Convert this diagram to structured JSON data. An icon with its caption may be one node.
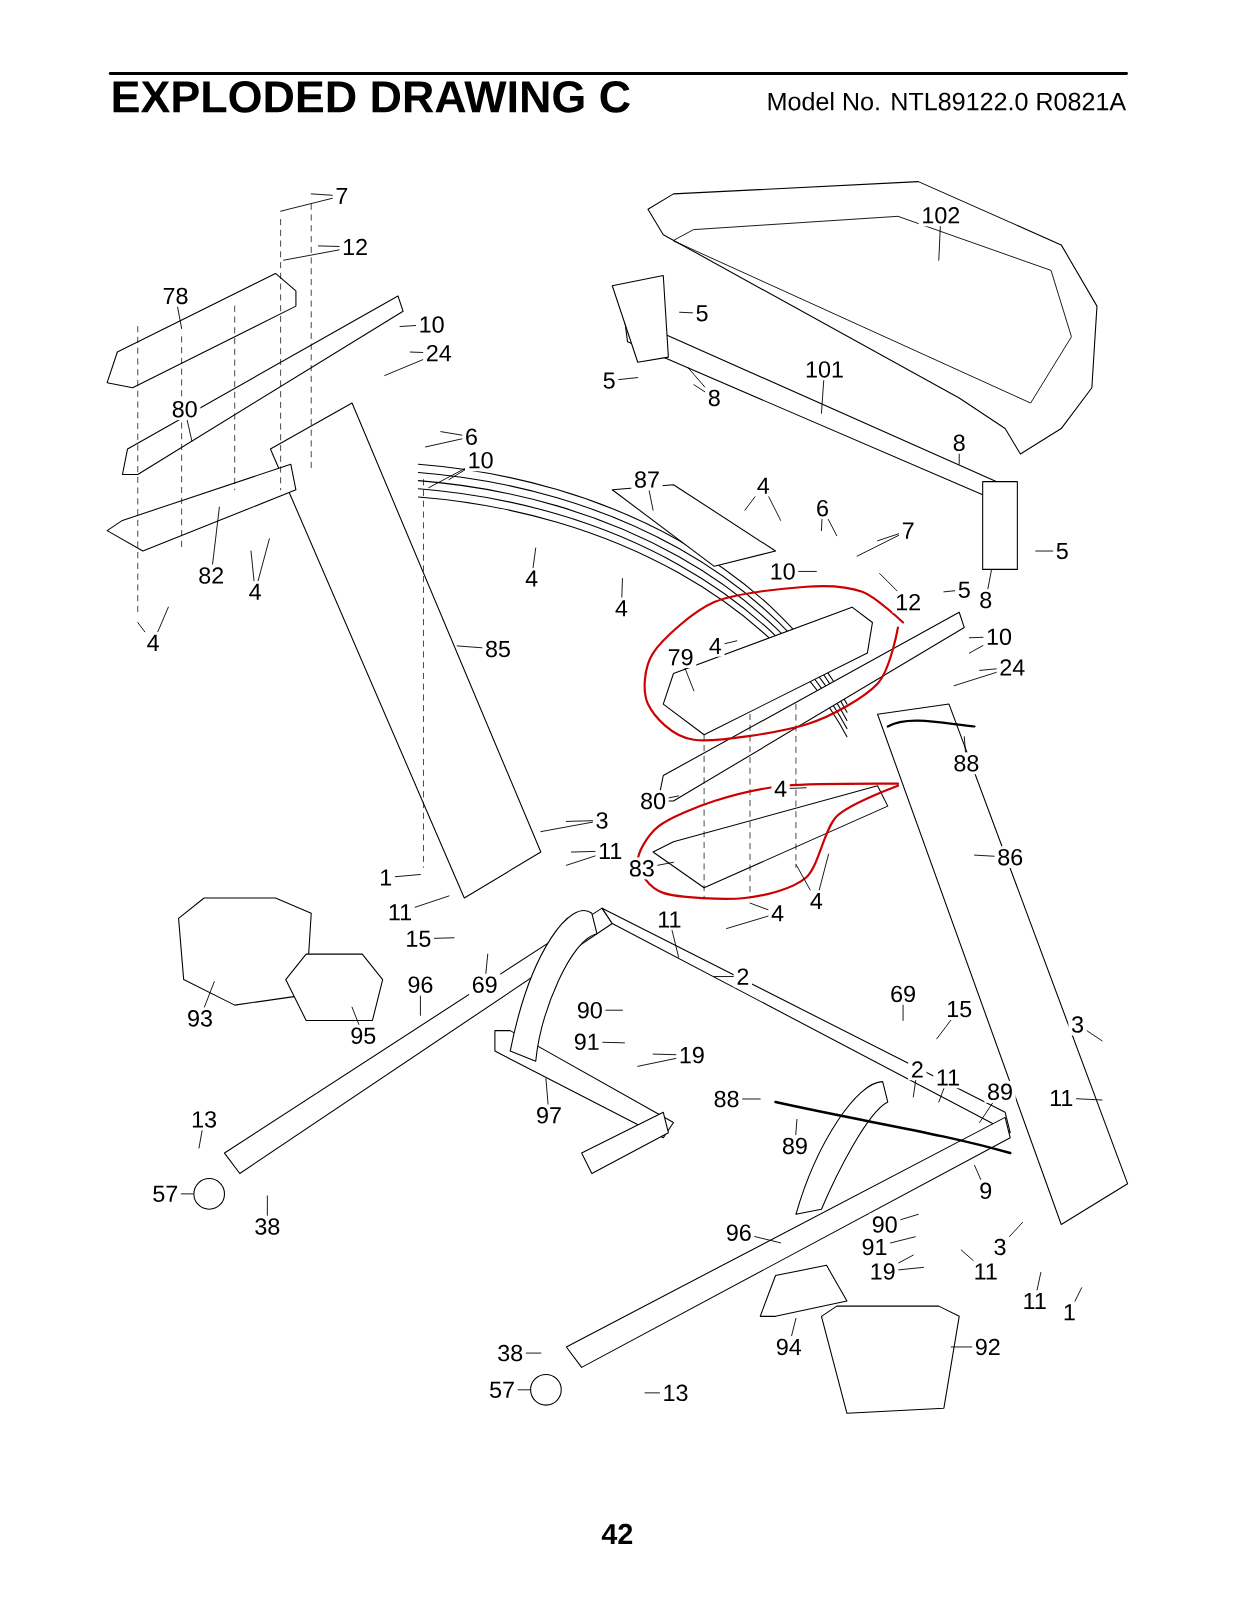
{
  "diagram": {
    "title": "EXPLODED DRAWING C",
    "nodes": [
      {
        "text": [
          "7"
        ]
      },
      {
        "text": [
          "12"
        ]
      },
      {
        "text": [
          "78"
        ]
      },
      {
        "text": [
          "10"
        ]
      },
      {
        "text": [
          "24"
        ]
      },
      {
        "text": [
          "80"
        ]
      },
      {
        "text": [
          "82"
        ]
      },
      {
        "text": [
          "4"
        ]
      },
      {
        "text": [
          "4"
        ]
      },
      {
        "text": [
          "6"
        ]
      },
      {
        "text": [
          "10"
        ]
      },
      {
        "text": [
          "85"
        ]
      },
      {
        "text": [
          "87"
        ]
      },
      {
        "text": [
          "4"
        ]
      },
      {
        "text": [
          "4"
        ]
      },
      {
        "text": [
          "4"
        ]
      },
      {
        "text": [
          "5"
        ]
      },
      {
        "text": [
          "5"
        ]
      },
      {
        "text": [
          "8"
        ]
      },
      {
        "text": [
          "101"
        ]
      },
      {
        "text": [
          "102"
        ]
      },
      {
        "text": [
          "8"
        ]
      },
      {
        "text": [
          "5"
        ]
      },
      {
        "text": [
          "6"
        ]
      },
      {
        "text": [
          "7"
        ]
      },
      {
        "text": [
          "10"
        ]
      },
      {
        "text": [
          "12"
        ]
      },
      {
        "text": [
          "5"
        ]
      },
      {
        "text": [
          "8"
        ]
      },
      {
        "text": [
          "4"
        ]
      },
      {
        "text": [
          "79"
        ]
      },
      {
        "text": [
          "10"
        ]
      },
      {
        "text": [
          "24"
        ]
      },
      {
        "text": [
          "88"
        ]
      },
      {
        "text": [
          "80"
        ]
      },
      {
        "text": [
          "4"
        ]
      },
      {
        "text": [
          "83"
        ]
      },
      {
        "text": [
          "3"
        ]
      },
      {
        "text": [
          "11"
        ]
      },
      {
        "text": [
          "4"
        ]
      },
      {
        "text": [
          "4"
        ]
      },
      {
        "text": [
          "86"
        ]
      },
      {
        "text": [
          "1"
        ]
      },
      {
        "text": [
          "11"
        ]
      },
      {
        "text": [
          "15"
        ]
      },
      {
        "text": [
          "69"
        ]
      },
      {
        "text": [
          "11"
        ]
      },
      {
        "text": [
          "2"
        ]
      },
      {
        "text": [
          "93"
        ]
      },
      {
        "text": [
          "95"
        ]
      },
      {
        "text": [
          "96"
        ]
      },
      {
        "text": [
          "90"
        ]
      },
      {
        "text": [
          "91"
        ]
      },
      {
        "text": [
          "19"
        ]
      },
      {
        "text": [
          "97"
        ]
      },
      {
        "text": [
          "69"
        ]
      },
      {
        "text": [
          "15"
        ]
      },
      {
        "text": [
          "3"
        ]
      },
      {
        "text": [
          "2"
        ]
      },
      {
        "text": [
          "11"
        ]
      },
      {
        "text": [
          "89"
        ]
      },
      {
        "text": [
          "11"
        ]
      },
      {
        "text": [
          "88"
        ]
      },
      {
        "text": [
          "89"
        ]
      },
      {
        "text": [
          "13"
        ]
      },
      {
        "text": [
          "57"
        ]
      },
      {
        "text": [
          "38"
        ]
      },
      {
        "text": [
          "9"
        ]
      },
      {
        "text": [
          "90"
        ]
      },
      {
        "text": [
          "91"
        ]
      },
      {
        "text": [
          "3"
        ]
      },
      {
        "text": [
          "96"
        ]
      },
      {
        "text": [
          "19"
        ]
      },
      {
        "text": [
          "11"
        ]
      },
      {
        "text": [
          "11"
        ]
      },
      {
        "text": [
          "1"
        ]
      },
      {
        "text": [
          "94"
        ]
      },
      {
        "text": [
          "92"
        ]
      },
      {
        "text": [
          "38"
        ]
      },
      {
        "text": [
          "57"
        ]
      },
      {
        "text": [
          "13"
        ]
      },
      {
        "text": [],
        "shape": "circle"
      },
      {
        "text": [],
        "shape": "circle"
      },
      {
        "text": [],
        "shape": "box"
      }
    ],
    "edges": [
      {
        "from": 0,
        "to": null,
        "arrow": "none"
      },
      {
        "from": 0,
        "to": null,
        "arrow": "none"
      },
      {
        "from": 1,
        "to": null,
        "arrow": "none"
      },
      {
        "from": 1,
        "to": null,
        "arrow": "none"
      },
      {
        "from": 2,
        "to": null,
        "arrow": "none"
      },
      {
        "from": 3,
        "to": null,
        "arrow": "none"
      },
      {
        "from": 4,
        "to": null,
        "arrow": "none"
      },
      {
        "from": 4,
        "to": null,
        "arrow": "none"
      },
      {
        "from": 5,
        "to": null,
        "arrow": "none"
      },
      {
        "from": 6,
        "to": null,
        "arrow": "none"
      },
      {
        "from": 7,
        "to": null,
        "arrow": "none"
      },
      {
        "from": 7,
        "to": null,
        "arrow": "none"
      },
      {
        "from": 8,
        "to": null,
        "arrow": "none"
      },
      {
        "from": 8,
        "to": null,
        "arrow": "none"
      },
      {
        "from": 9,
        "to": null,
        "arrow": "none"
      },
      {
        "from": 9,
        "to": null,
        "arrow": "none"
      },
      {
        "from": 10,
        "to": null,
        "arrow": "none"
      },
      {
        "from": 10,
        "to": null,
        "arrow": "none"
      },
      {
        "from": 11,
        "to": null,
        "arrow": "none"
      },
      {
        "from": 12,
        "to": null,
        "arrow": "none"
      },
      {
        "from": 13,
        "to": null,
        "arrow": "none"
      },
      {
        "from": 13,
        "to": null,
        "arrow": "none"
      },
      {
        "from": 14,
        "to": null,
        "arrow": "none"
      },
      {
        "from": 15,
        "to": null,
        "arrow": "none"
      },
      {
        "from": 16,
        "to": null,
        "arrow": "none"
      },
      {
        "from": 17,
        "to": null,
        "arrow": "none"
      },
      {
        "from": 18,
        "to": null,
        "arrow": "none"
      },
      {
        "from": 18,
        "to": null,
        "arrow": "none"
      },
      {
        "from": 19,
        "to": null,
        "arrow": "none"
      },
      {
        "from": 20,
        "to": null,
        "arrow": "none"
      },
      {
        "from": 21,
        "to": null,
        "arrow": "none"
      },
      {
        "from": 22,
        "to": null,
        "arrow": "none"
      },
      {
        "from": 23,
        "to": null,
        "arrow": "none"
      },
      {
        "from": 23,
        "to": null,
        "arrow": "none"
      },
      {
        "from": 24,
        "to": null,
        "arrow": "none"
      },
      {
        "from": 24,
        "to": null,
        "arrow": "none"
      },
      {
        "from": 25,
        "to": null,
        "arrow": "none"
      },
      {
        "from": 26,
        "to": null,
        "arrow": "none"
      },
      {
        "from": 27,
        "to": null,
        "arrow": "none"
      },
      {
        "from": 28,
        "to": 83,
        "arrow": "none"
      },
      {
        "from": 29,
        "to": null,
        "arrow": "none"
      },
      {
        "from": 30,
        "to": null,
        "arrow": "none"
      },
      {
        "from": 31,
        "to": null,
        "arrow": "none"
      },
      {
        "from": 31,
        "to": null,
        "arrow": "none"
      },
      {
        "from": 32,
        "to": null,
        "arrow": "none"
      },
      {
        "from": 32,
        "to": null,
        "arrow": "none"
      },
      {
        "from": 33,
        "to": null,
        "arrow": "none"
      },
      {
        "from": 34,
        "to": null,
        "arrow": "none"
      },
      {
        "from": 35,
        "to": null,
        "arrow": "none"
      },
      {
        "from": 36,
        "to": null,
        "arrow": "none"
      },
      {
        "from": 37,
        "to": null,
        "arrow": "none"
      },
      {
        "from": 37,
        "to": null,
        "arrow": "none"
      },
      {
        "from": 38,
        "to": null,
        "arrow": "none"
      },
      {
        "from": 38,
        "to": null,
        "arrow": "none"
      },
      {
        "from": 39,
        "to": null,
        "arrow": "none"
      },
      {
        "from": 39,
        "to": null,
        "arrow": "none"
      },
      {
        "from": 40,
        "to": null,
        "arrow": "none"
      },
      {
        "from": 40,
        "to": null,
        "arrow": "none"
      },
      {
        "from": 41,
        "to": null,
        "arrow": "none"
      },
      {
        "from": 42,
        "to": null,
        "arrow": "none"
      },
      {
        "from": 43,
        "to": null,
        "arrow": "none"
      },
      {
        "from": 44,
        "to": null,
        "arrow": "none"
      },
      {
        "from": 45,
        "to": null,
        "arrow": "none"
      },
      {
        "from": 46,
        "to": null,
        "arrow": "none"
      },
      {
        "from": 47,
        "to": null,
        "arrow": "none"
      },
      {
        "from": 48,
        "to": null,
        "arrow": "none"
      },
      {
        "from": 49,
        "to": null,
        "arrow": "none"
      },
      {
        "from": 50,
        "to": null,
        "arrow": "none"
      },
      {
        "from": 51,
        "to": null,
        "arrow": "none"
      },
      {
        "from": 52,
        "to": null,
        "arrow": "none"
      },
      {
        "from": 53,
        "to": null,
        "arrow": "none"
      },
      {
        "from": 53,
        "to": null,
        "arrow": "none"
      },
      {
        "from": 54,
        "to": null,
        "arrow": "none"
      },
      {
        "from": 55,
        "to": null,
        "arrow": "none"
      },
      {
        "from": 56,
        "to": null,
        "arrow": "none"
      },
      {
        "from": 57,
        "to": null,
        "arrow": "none"
      },
      {
        "from": 58,
        "to": null,
        "arrow": "none"
      },
      {
        "from": 59,
        "to": null,
        "arrow": "none"
      },
      {
        "from": 60,
        "to": null,
        "arrow": "none"
      },
      {
        "from": 61,
        "to": null,
        "arrow": "none"
      },
      {
        "from": 62,
        "to": null,
        "arrow": "none"
      },
      {
        "from": 63,
        "to": null,
        "arrow": "none"
      },
      {
        "from": 64,
        "to": null,
        "arrow": "none"
      },
      {
        "from": 65,
        "to": 81,
        "arrow": "none"
      },
      {
        "from": 66,
        "to": null,
        "arrow": "none"
      },
      {
        "from": 67,
        "to": null,
        "arrow": "none"
      },
      {
        "from": 68,
        "to": null,
        "arrow": "none"
      },
      {
        "from": 69,
        "to": null,
        "arrow": "none"
      },
      {
        "from": 70,
        "to": null,
        "arrow": "none"
      },
      {
        "from": 71,
        "to": null,
        "arrow": "none"
      },
      {
        "from": 72,
        "to": null,
        "arrow": "none"
      },
      {
        "from": 72,
        "to": null,
        "arrow": "none"
      },
      {
        "from": 73,
        "to": null,
        "arrow": "none"
      },
      {
        "from": 74,
        "to": null,
        "arrow": "none"
      },
      {
        "from": 75,
        "to": null,
        "arrow": "none"
      },
      {
        "from": 76,
        "to": null,
        "arrow": "none"
      },
      {
        "from": 77,
        "to": null,
        "arrow": "none"
      },
      {
        "from": 78,
        "to": null,
        "arrow": "none"
      },
      {
        "from": 79,
        "to": 82,
        "arrow": "none"
      },
      {
        "from": 80,
        "to": null,
        "arrow": "none"
      }
    ],
    "labels": [
      "Model No. NTL89122.0 R0821A",
      "42"
    ]
  }
}
